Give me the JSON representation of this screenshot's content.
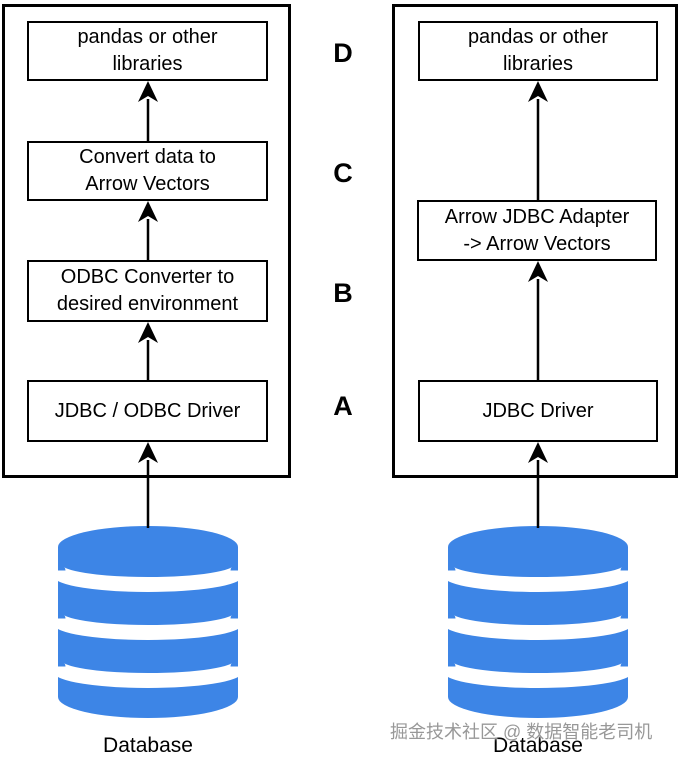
{
  "left_panel": {
    "box_d": {
      "line1": "pandas or other",
      "line2": "libraries"
    },
    "box_c": {
      "line1": "Convert data to",
      "line2": "Arrow Vectors"
    },
    "box_b": {
      "line1": "ODBC Converter to",
      "line2": "desired environment"
    },
    "box_a": {
      "line1": "JDBC / ODBC Driver"
    },
    "database_label": "Database"
  },
  "right_panel": {
    "box_top": {
      "line1": "pandas or other",
      "line2": "libraries"
    },
    "box_middle": {
      "line1": "Arrow JDBC Adapter",
      "line2": "-> Arrow Vectors"
    },
    "box_bottom": {
      "line1": "JDBC Driver"
    },
    "database_label": "Database"
  },
  "step_labels": [
    "D",
    "C",
    "B",
    "A"
  ],
  "watermark": "掘金技术社区 @ 数据智能老司机",
  "colors": {
    "database_blue": "#3d85e6",
    "line_black": "#000000"
  }
}
